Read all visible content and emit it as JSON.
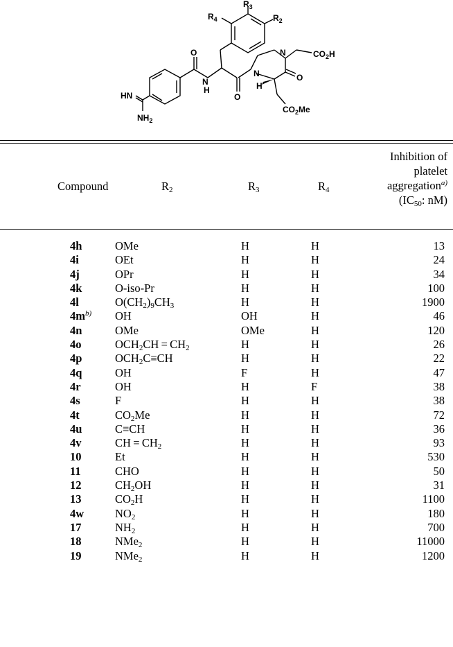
{
  "structure": {
    "labels": {
      "r3": "R3",
      "r4": "R4",
      "r2": "R2",
      "co2h": "CO2H",
      "co2me": "CO2Me",
      "n_amine": "N",
      "n_ring": "N",
      "nh": "H",
      "n_amide": "N",
      "o_top": "O",
      "o_amide": "O",
      "o_ring": "O",
      "hn": "HN",
      "nh2": "NH2",
      "h_stereo": "H"
    }
  },
  "table": {
    "headers": {
      "compound": "Compound",
      "r2": "R",
      "r2_sub": "2",
      "r3": "R",
      "r3_sub": "3",
      "r4": "R",
      "r4_sub": "4",
      "inhib_line1": "Inhibition of",
      "inhib_line2": "platelet",
      "inhib_line3": "aggregation",
      "inhib_note": "a)",
      "inhib_line4_pre": "(IC",
      "inhib_line4_sub": "50",
      "inhib_line4_mid": ": n",
      "inhib_line4_unit": "M",
      "inhib_line4_post": ")"
    },
    "rows": [
      {
        "id": "4h",
        "note": "",
        "r2": "OMe",
        "r3": "H",
        "r4": "H",
        "ic50": "13"
      },
      {
        "id": "4i",
        "note": "",
        "r2": "OEt",
        "r3": "H",
        "r4": "H",
        "ic50": "24"
      },
      {
        "id": "4j",
        "note": "",
        "r2": "OPr",
        "r3": "H",
        "r4": "H",
        "ic50": "34"
      },
      {
        "id": "4k",
        "note": "",
        "r2": "O-iso-Pr",
        "r3": "H",
        "r4": "H",
        "ic50": "100"
      },
      {
        "id": "4l",
        "note": "",
        "r2": "O(CH2)9CH3",
        "r3": "H",
        "r4": "H",
        "ic50": "1900"
      },
      {
        "id": "4m",
        "note": "b)",
        "r2": "OH",
        "r3": "OH",
        "r4": "H",
        "ic50": "46"
      },
      {
        "id": "4n",
        "note": "",
        "r2": "OMe",
        "r3": "OMe",
        "r4": "H",
        "ic50": "120"
      },
      {
        "id": "4o",
        "note": "",
        "r2": "OCH2CH=CH2",
        "r3": "H",
        "r4": "H",
        "ic50": "26"
      },
      {
        "id": "4p",
        "note": "",
        "r2": "OCH2C≡CH",
        "r3": "H",
        "r4": "H",
        "ic50": "22"
      },
      {
        "id": "4q",
        "note": "",
        "r2": "OH",
        "r3": "F",
        "r4": "H",
        "ic50": "47"
      },
      {
        "id": "4r",
        "note": "",
        "r2": "OH",
        "r3": "H",
        "r4": "F",
        "ic50": "38"
      },
      {
        "id": "4s",
        "note": "",
        "r2": "F",
        "r3": "H",
        "r4": "H",
        "ic50": "38"
      },
      {
        "id": "4t",
        "note": "",
        "r2": "CO2Me",
        "r3": "H",
        "r4": "H",
        "ic50": "72"
      },
      {
        "id": "4u",
        "note": "",
        "r2": "C≡CH",
        "r3": "H",
        "r4": "H",
        "ic50": "36"
      },
      {
        "id": "4v",
        "note": "",
        "r2": "CH=CH2",
        "r3": "H",
        "r4": "H",
        "ic50": "93"
      },
      {
        "id": "10",
        "note": "",
        "r2": "Et",
        "r3": "H",
        "r4": "H",
        "ic50": "530"
      },
      {
        "id": "11",
        "note": "",
        "r2": "CHO",
        "r3": "H",
        "r4": "H",
        "ic50": "50"
      },
      {
        "id": "12",
        "note": "",
        "r2": "CH2OH",
        "r3": "H",
        "r4": "H",
        "ic50": "31"
      },
      {
        "id": "13",
        "note": "",
        "r2": "CO2H",
        "r3": "H",
        "r4": "H",
        "ic50": "1100"
      },
      {
        "id": "4w",
        "note": "",
        "r2": "NO2",
        "r3": "H",
        "r4": "H",
        "ic50": "180"
      },
      {
        "id": "17",
        "note": "",
        "r2": "NH2",
        "r3": "H",
        "r4": "H",
        "ic50": "700"
      },
      {
        "id": "18",
        "note": "",
        "r2": "NMe2",
        "r3": "H",
        "r4": "H",
        "ic50": "11000"
      },
      {
        "id": "19",
        "note": "",
        "r2": "NMe2",
        "r3": "H",
        "r4": "H",
        "ic50": "1200"
      }
    ]
  }
}
